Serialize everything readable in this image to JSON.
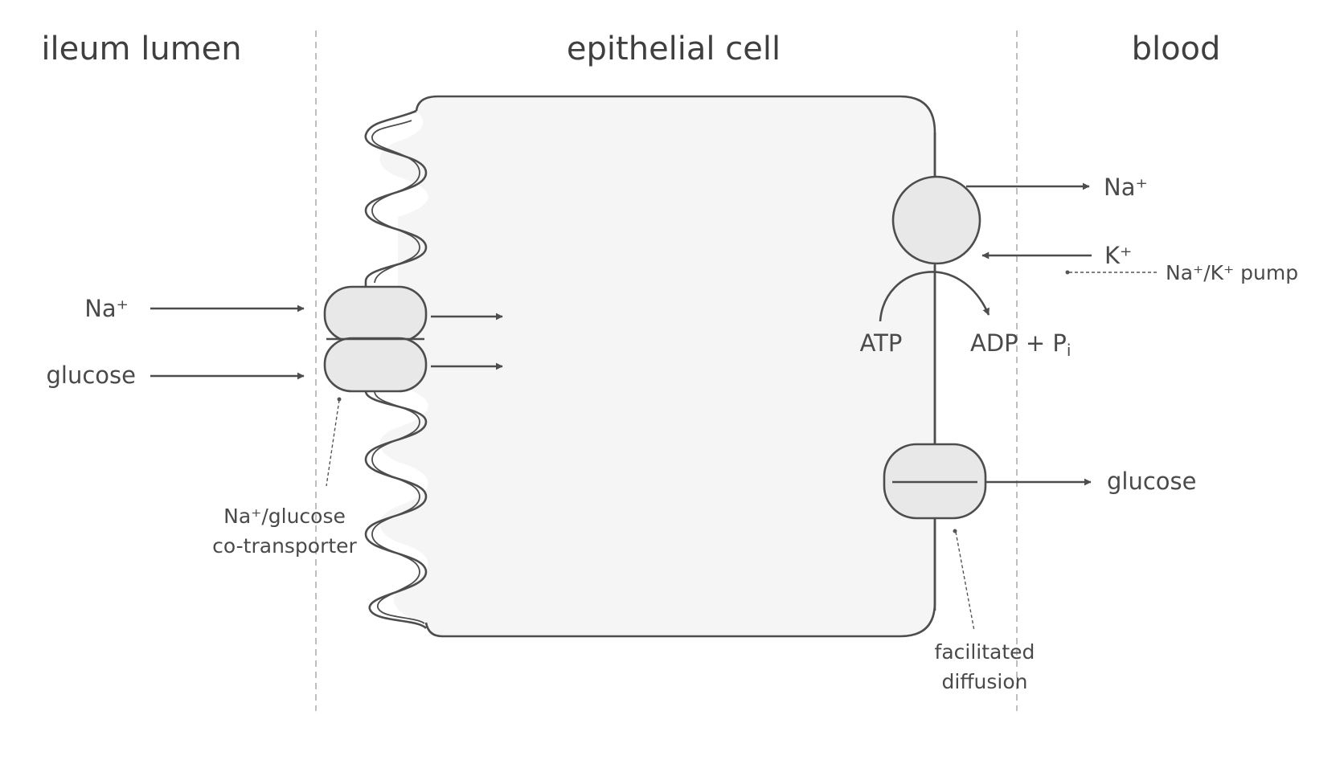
{
  "regions": {
    "lumen_title": "ileum lumen",
    "cell_title": "epithelial cell",
    "blood_title": "blood"
  },
  "lumen_side": {
    "sodium_label": "Na⁺",
    "glucose_label": "glucose"
  },
  "cotransporter": {
    "label_line1": "Na⁺/glucose",
    "label_line2": "co-transporter"
  },
  "pump": {
    "sodium_out_label": "Na⁺",
    "potassium_in_label": "K⁺",
    "label": "Na⁺/K⁺ pump",
    "atp_label": "ATP",
    "adp_label": "ADP + P",
    "adp_subscript": "i"
  },
  "facilitated": {
    "glucose_out_label": "glucose",
    "label_line1": "facilitated",
    "label_line2": "diffusion"
  }
}
